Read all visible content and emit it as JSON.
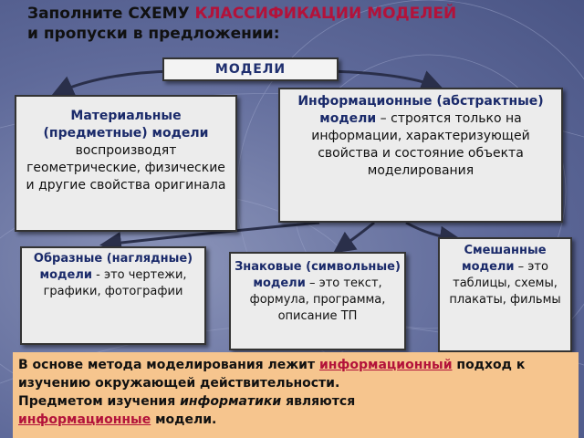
{
  "title": {
    "part1": "Заполните СХЕМУ ",
    "highlight": "КЛАССИФИКАЦИИ МОДЕЛЕЙ",
    "part2": "и пропуски в предложении:"
  },
  "root": {
    "label": "МОДЕЛИ"
  },
  "material": {
    "bold": "Материальные (предметные) модели",
    "text": " воспроизводят геометрические, физические и другие свойства оригинала"
  },
  "info": {
    "bold": "Информационные (абстрактные) модели",
    "text": " – строятся только на информации, характеризующей свойства и состояние объекта моделирования"
  },
  "figurative": {
    "bold": "Образные (наглядные) модели",
    "text": " - это чертежи, графики, фотографии"
  },
  "sign": {
    "bold": "Знаковые (символьные) модели",
    "text": " – это текст, формула, программа, описание ТП"
  },
  "mixed": {
    "bold": "Смешанные модели",
    "text": " – это таблицы, схемы, плакаты, фильмы"
  },
  "bottom": {
    "s1": "В основе метода моделирования лежит ",
    "w1": "информационный",
    "s2": " подход к изучению окружающей действительности.",
    "s3": "Предметом изучения ",
    "s3i": "информатики",
    "s3b": " являются",
    "w2": "информационные",
    "s4": " модели."
  },
  "colors": {
    "accent": "#b3123a",
    "box_title": "#1a2a6a",
    "bottom_bg": "#f6c58e"
  }
}
